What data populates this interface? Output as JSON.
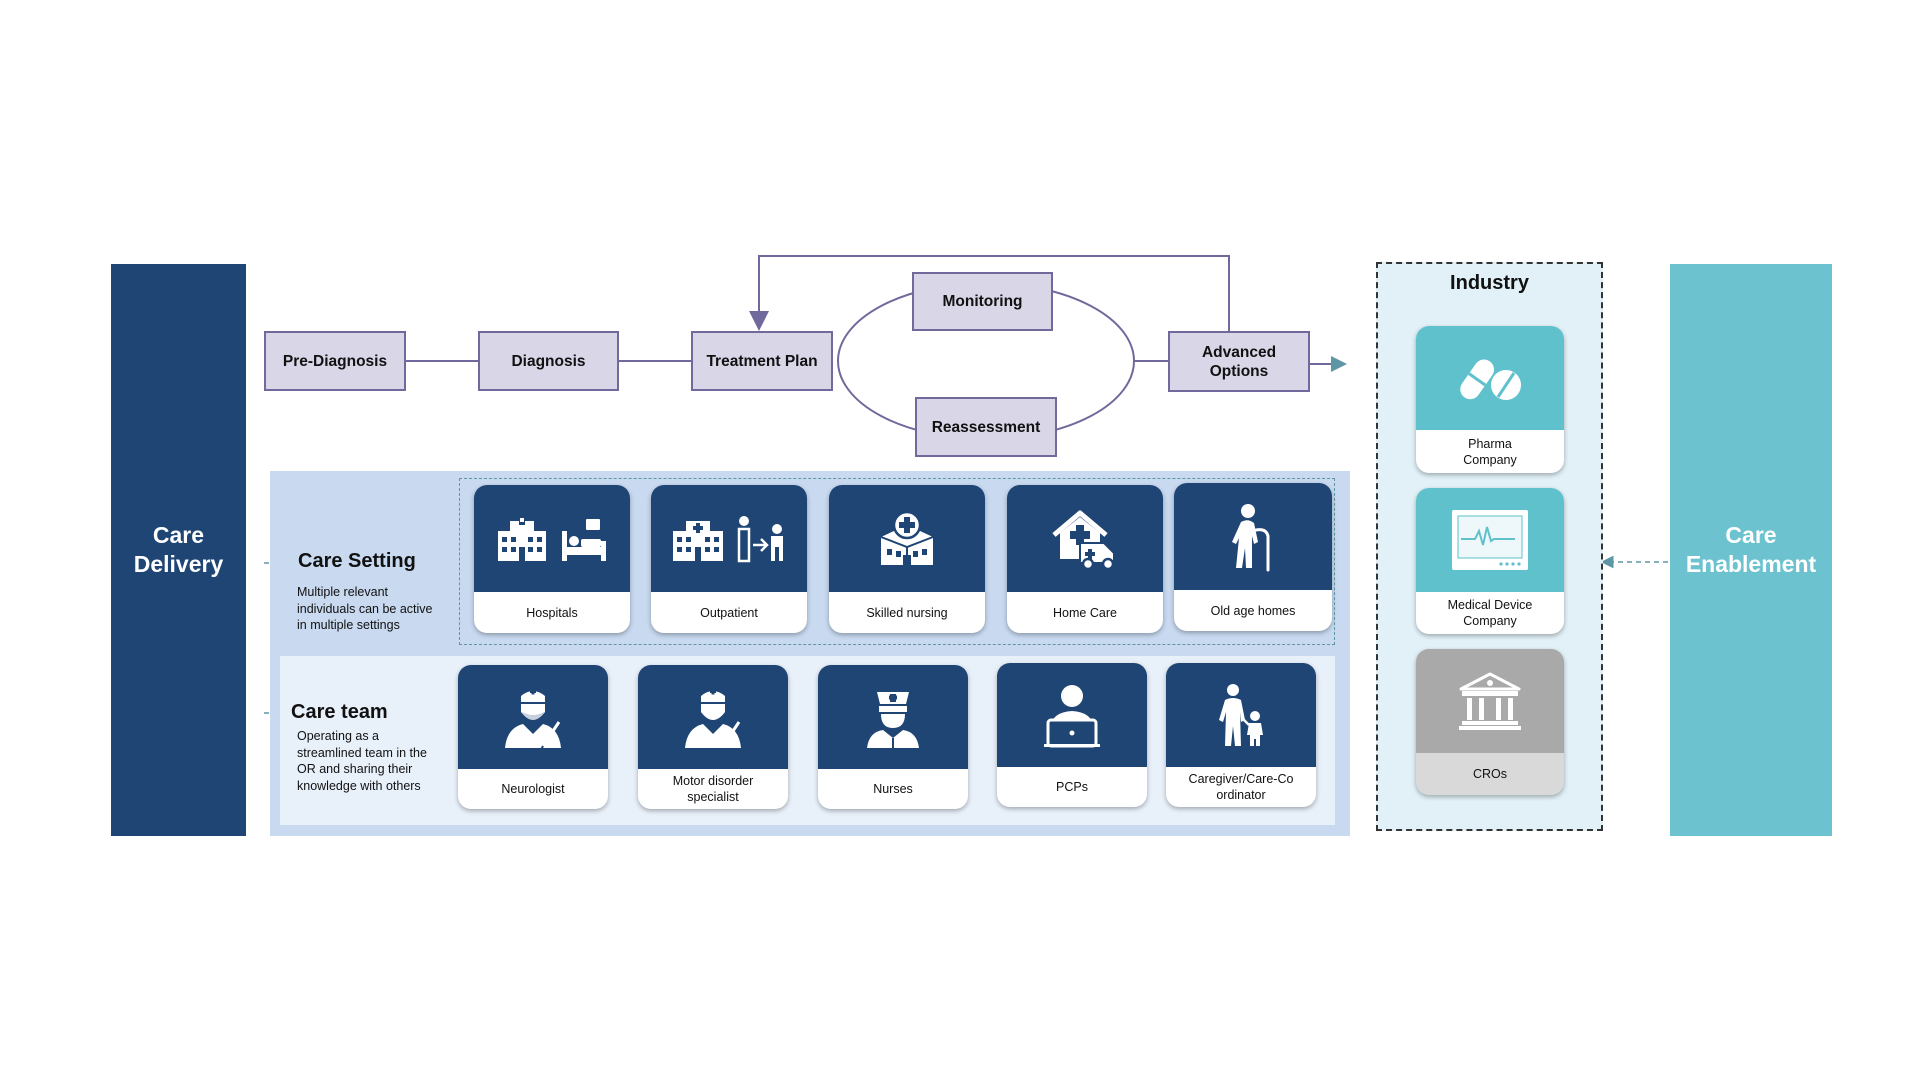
{
  "left_block": {
    "line1": "Care",
    "line2": "Delivery"
  },
  "right_block": {
    "line1": "Care",
    "line2": "Enablement"
  },
  "flow": {
    "steps": [
      "Pre-Diagnosis",
      "Diagnosis",
      "Treatment Plan",
      "Monitoring",
      "Reassessment"
    ],
    "advanced": {
      "line1": "Advanced",
      "line2": "Options"
    }
  },
  "care_setting": {
    "title": "Care Setting",
    "desc": [
      "Multiple relevant",
      "individuals can be active",
      "in multiple settings"
    ],
    "cards": [
      {
        "label": [
          "Hospitals"
        ],
        "icon": "hospital-bed-icon"
      },
      {
        "label": [
          "Outpatient"
        ],
        "icon": "outpatient-clinic-icon"
      },
      {
        "label": [
          "Skilled nursing"
        ],
        "icon": "medical-building-icon"
      },
      {
        "label": [
          "Home Care"
        ],
        "icon": "home-ambulance-icon"
      },
      {
        "label": [
          "Old age homes"
        ],
        "icon": "elderly-person-icon"
      }
    ]
  },
  "care_team": {
    "title": "Care team",
    "desc": [
      "Operating as a",
      "streamlined team in the",
      "OR and sharing their",
      "knowledge with others"
    ],
    "cards": [
      {
        "label": [
          "Neurologist"
        ],
        "icon": "surgeon-icon"
      },
      {
        "label": [
          "Motor disorder",
          "specialist"
        ],
        "icon": "surgeon-icon"
      },
      {
        "label": [
          "Nurses"
        ],
        "icon": "nurse-icon"
      },
      {
        "label": [
          "PCPs"
        ],
        "icon": "doctor-laptop-icon"
      },
      {
        "label": [
          "Caregiver/Care-Co",
          "ordinator"
        ],
        "icon": "caregiver-child-icon"
      }
    ]
  },
  "industry": {
    "title": "Industry",
    "cards": [
      {
        "label": [
          "Pharma",
          "Company"
        ],
        "icon": "pills-icon"
      },
      {
        "label": [
          "Medical Device",
          "Company"
        ],
        "icon": "heart-monitor-icon"
      },
      {
        "label": [
          "CROs"
        ],
        "icon": "institution-icon"
      }
    ]
  },
  "colors": {
    "navy": "#1f4574",
    "teal": "#5ec1cc",
    "step_fill": "#d9d6e8",
    "step_border": "#6f6a9b",
    "panel": "#c8d9f0"
  }
}
